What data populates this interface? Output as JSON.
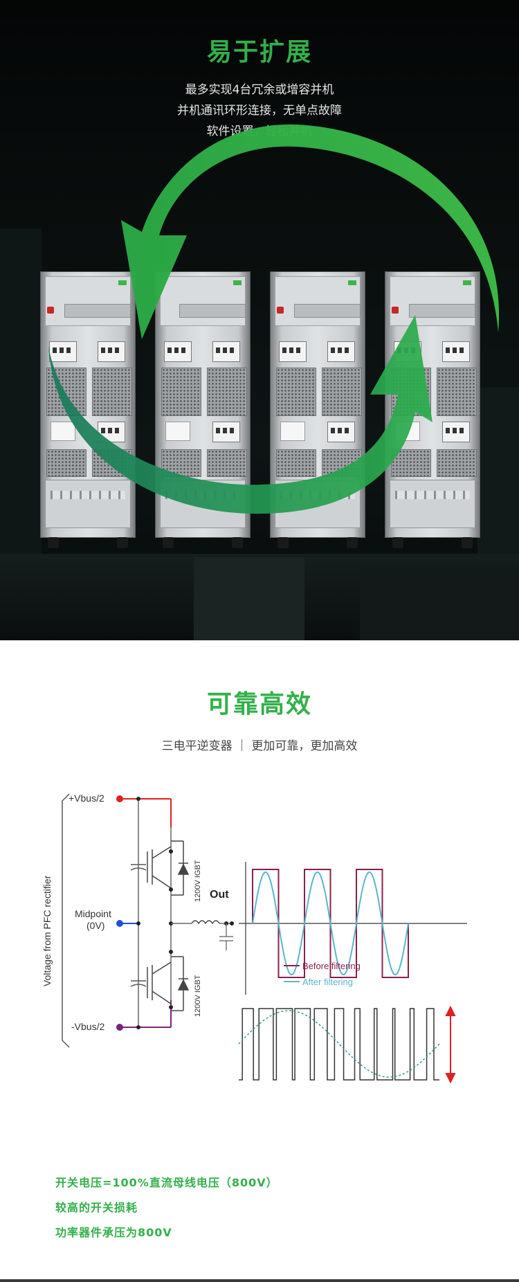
{
  "colors": {
    "accent_green": "#33b04a",
    "red_wire": "#e02020",
    "blue_dot": "#1f4fd8",
    "purple_wire": "#7a1f7a",
    "before_filter": "#8b1e4e",
    "after_filter": "#5ab6c9"
  },
  "expand_section": {
    "title": "易于扩展",
    "lines": [
      "最多实现4台冗余或增容并机",
      "并机通讯环形连接，无单点故障",
      "软件设置，轻松并机"
    ],
    "cabinet_count": 4
  },
  "reliable_section": {
    "title": "可靠高效",
    "subtitle": "三电平逆变器 ｜ 更加可靠，更加高效",
    "diagram": {
      "label_vbus_pos": "+Vbus/2",
      "label_midpoint": "Midpoint",
      "label_zero": "(0V)",
      "label_vbus_neg": "-Vbus/2",
      "label_vertical": "Voltage from PFC rectifier",
      "label_igbt_top": "1200V IGBT",
      "label_igbt_bottom": "1200V IGBT",
      "label_out": "Out",
      "legend_before": "Before filtering",
      "legend_after": "After filtering"
    },
    "features": [
      "开关电压=100%直流母线电压（800V）",
      "较高的开关损耗",
      "功率器件承压为800V"
    ]
  }
}
